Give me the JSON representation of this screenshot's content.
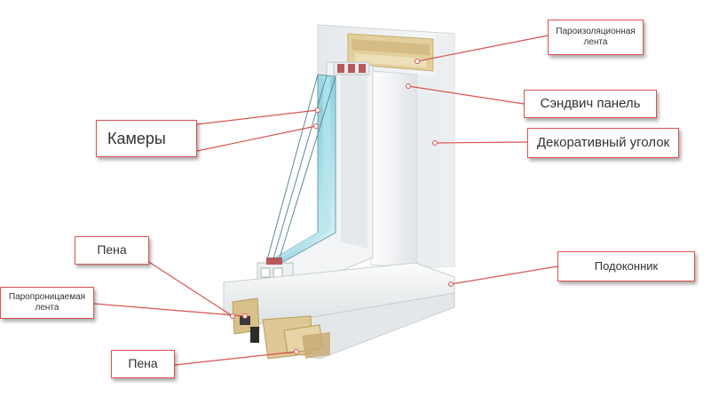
{
  "labels": {
    "vapor_barrier": "Пароизоляционная лента",
    "sandwich_panel": "Сэндвич панель",
    "decorative_corner": "Декоративный уголок",
    "cameras": "Камеры",
    "foam_top": "Пена",
    "windowsill": "Подоконник",
    "vapor_permeable": "Паропроницаемая лента",
    "foam_bottom": "Пена"
  },
  "colors": {
    "leader_line": "#d9534f",
    "label_border": "#d9534f",
    "glass": "#8fd3e0",
    "frame": "#f2f4f5",
    "foam": "#d8c08a"
  },
  "illustration": "window-frame-cross-section"
}
